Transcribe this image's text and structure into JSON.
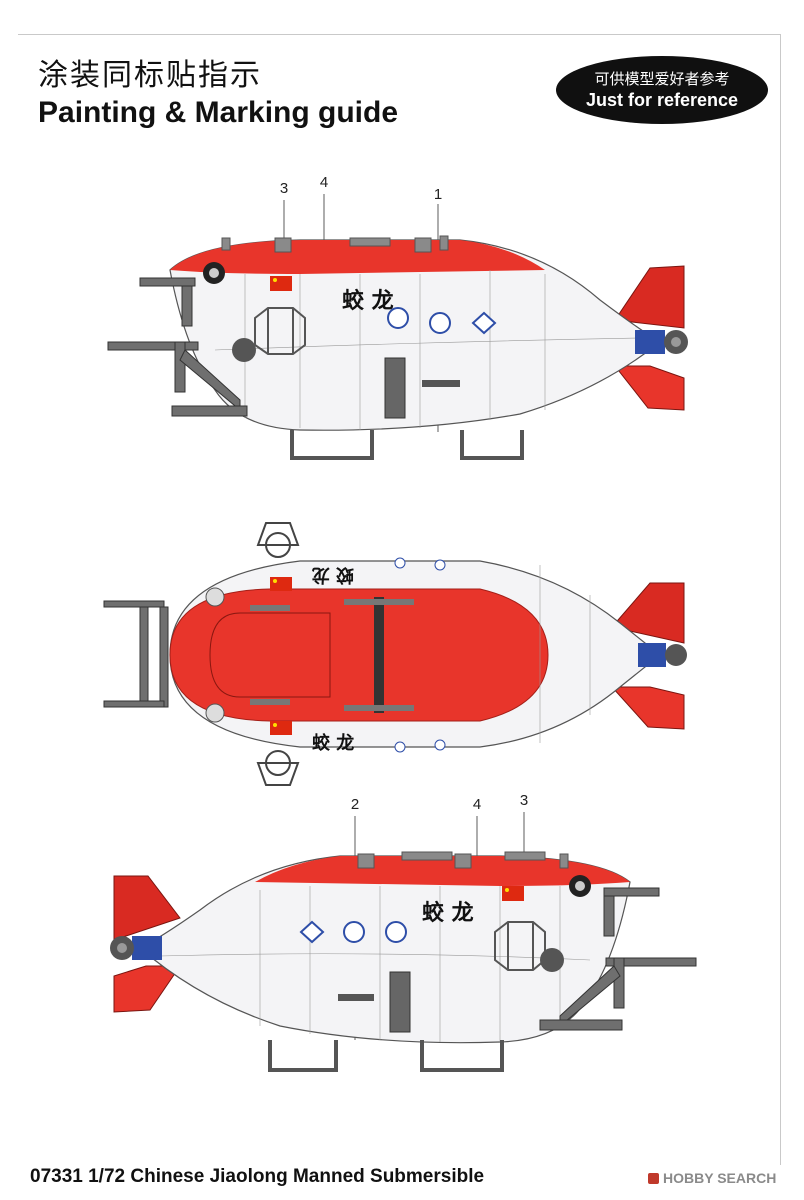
{
  "header": {
    "title_cn": "涂装同标贴指示",
    "title_en": "Painting & Marking guide",
    "badge_cn": "可供模型爱好者参考",
    "badge_en": "Just for reference"
  },
  "views": {
    "side_left": {
      "name_cn": "蛟 龙",
      "callouts": [
        "3",
        "4",
        "1"
      ]
    },
    "top": {
      "name_cn": "蛟 龙",
      "name_cn_mirrored": "蛟 龙"
    },
    "side_right": {
      "name_cn": "蛟 龙",
      "callouts": [
        "2",
        "4",
        "3"
      ]
    }
  },
  "footer": {
    "caption": "07331 1/72 Chinese Jiaolong Manned Submersible",
    "watermark": "HOBBY SEARCH"
  },
  "colors": {
    "hull_white": "#f4f4f6",
    "hull_red": "#e8352b",
    "fin_red": "#d92a22",
    "frame_grey": "#6f6f6f",
    "thruster_blue": "#2e4ea8",
    "flag_red": "#de2910",
    "flag_star": "#ffde00"
  }
}
